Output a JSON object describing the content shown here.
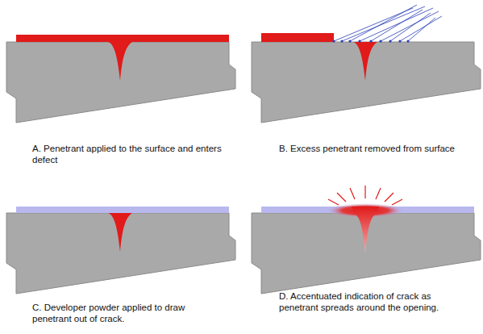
{
  "diagram": {
    "labels": [
      "A. Penetrant applied to the surface and enters defect",
      "B. Excess penetrant removed from surface",
      "C. Developer powder applied to draw penetrant out of crack.",
      "D. Accentuated indication of crack as penetrant spreads around the opening."
    ]
  }
}
